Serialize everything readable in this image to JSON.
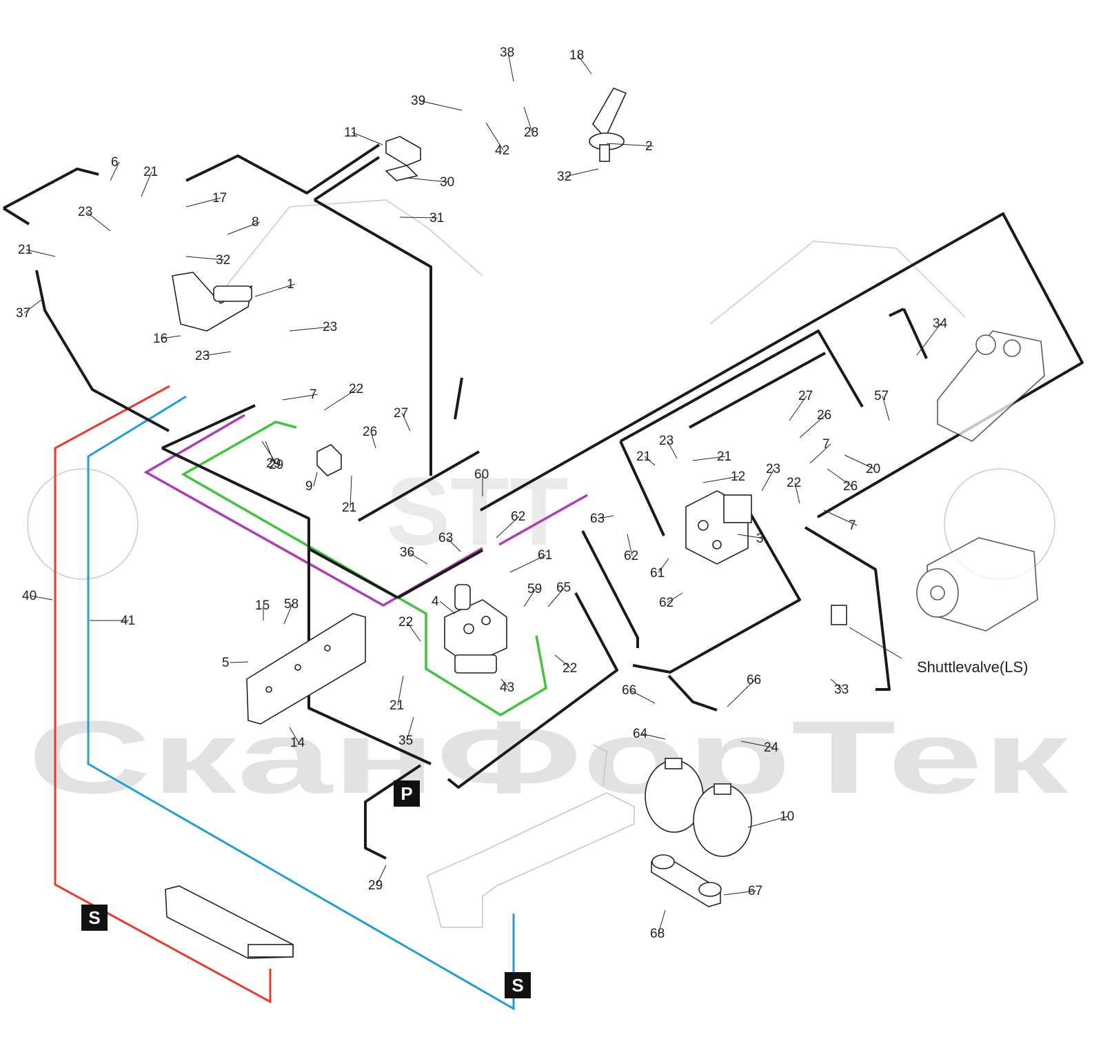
{
  "watermark": {
    "text": "СканФорТек",
    "logo_text": "STT"
  },
  "colors": {
    "line_red": "#e8392a",
    "line_blue": "#1f9ed8",
    "line_magenta": "#b03ab8",
    "line_green": "#3fc43a",
    "line_black": "#1a1a1a"
  },
  "ports": {
    "p": "P",
    "s1": "S",
    "s2": "S"
  },
  "annotation": {
    "shuttle_valve": "Shuttlevalve(LS)"
  },
  "callouts": [
    "38",
    "18",
    "39",
    "11",
    "42",
    "28",
    "2",
    "30",
    "32",
    "31",
    "6",
    "21",
    "17",
    "8",
    "23",
    "21",
    "32",
    "1",
    "37",
    "16",
    "23",
    "23",
    "22",
    "7",
    "27",
    "26",
    "29",
    "9",
    "21",
    "34",
    "57",
    "23",
    "27",
    "26",
    "21",
    "7",
    "21",
    "12",
    "20",
    "26",
    "23",
    "22",
    "7",
    "60",
    "62",
    "63",
    "63",
    "36",
    "61",
    "62",
    "3",
    "61",
    "62",
    "59",
    "65",
    "4",
    "29",
    "15",
    "58",
    "22",
    "5",
    "43",
    "22",
    "21",
    "35",
    "14",
    "40",
    "41",
    "66",
    "66",
    "64",
    "24",
    "10",
    "33",
    "29",
    "67",
    "68"
  ]
}
